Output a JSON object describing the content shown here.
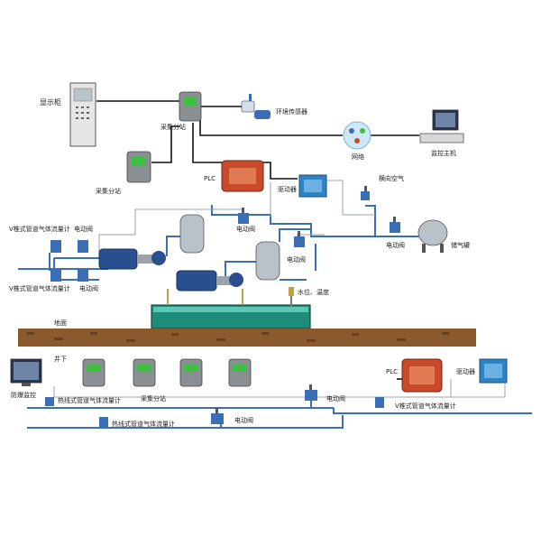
{
  "labels": {
    "display_cabinet": "显示柜",
    "collect_station_top": "采集分站",
    "collect_station_left": "采集分站",
    "env_sensor": "环境传感器",
    "network": "网络",
    "monitor_host": "监控主机",
    "plc_top": "PLC",
    "driver_top": "驱动器",
    "air_intake": "横向空气",
    "valve_top_right": "电动阀",
    "gas_tank": "储气罐",
    "vortex_meter_left": "V椎式管道气体流量计",
    "valve_left_top": "电动阀",
    "valve_mid1": "电动阀",
    "valve_mid2": "电动阀",
    "vortex_meter_left2": "V椎式管道气体流量计",
    "valve_left_bot": "电动阀",
    "water_level": "水位、温度",
    "ground": "地面",
    "underground": "井下",
    "explosion_monitor": "防爆监控",
    "thermal_meter_1": "热线式管道气体流量计",
    "collect_station_bottom": "采集分站",
    "plc_bottom": "PLC",
    "driver_bottom": "驱动器",
    "valve_bot1": "电动阀",
    "vortex_meter_bottom": "V椎式管道气体流量计",
    "thermal_meter_2": "热线式管道气体流量计",
    "valve_bot2": "电动阀"
  },
  "colors": {
    "pipe": "#3b6fb5",
    "signal": "#111111",
    "cabinet": "#e6e6e6",
    "station": "#8a8f94",
    "station_screen": "#3fbf3f",
    "plc": "#c84a2a",
    "driver": "#2f84c4",
    "tank": "#b9c1c9",
    "pump": "#2a4f8f",
    "water": "#1f8c7a",
    "earth": "#8a5a2e"
  },
  "icons": {
    "monitor_host": "computer-icon",
    "network": "network-icon",
    "env_sensor": "sensor-icon",
    "valve": "valve-icon",
    "flowmeter": "flowmeter-icon"
  }
}
